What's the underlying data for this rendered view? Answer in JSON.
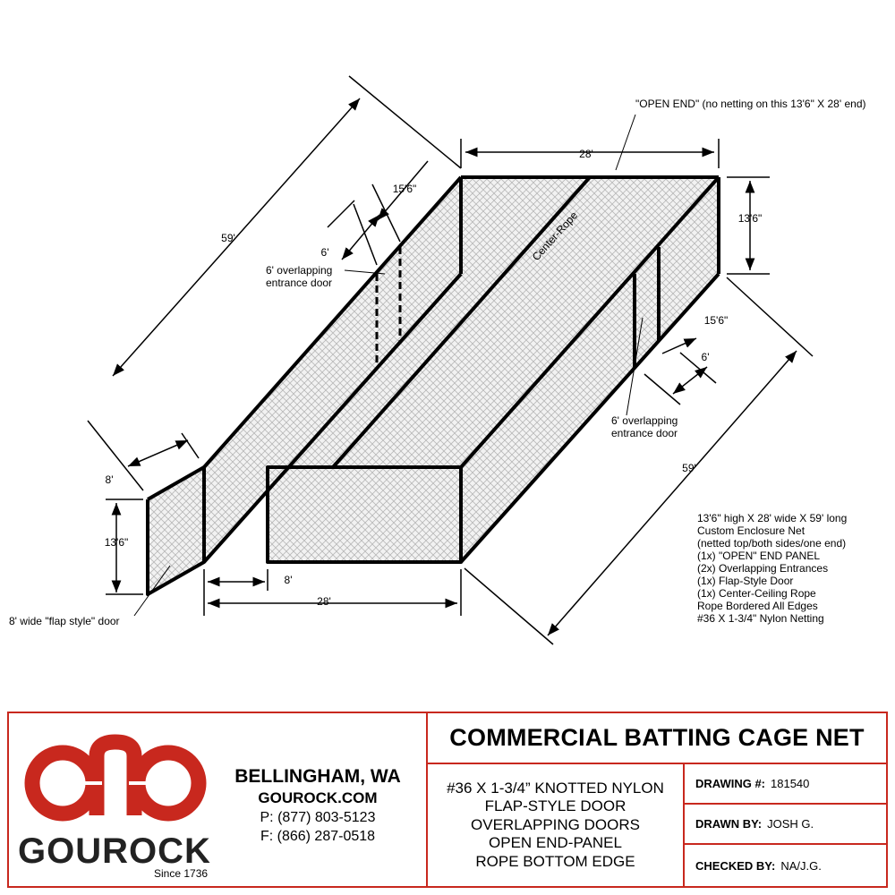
{
  "drawing": {
    "dimensions": {
      "length_left": "59'",
      "door_offset_left": "15'6\"",
      "door_width_left": "6'",
      "width_top": "28'",
      "height_right": "13'6\"",
      "door_offset_right": "15'6\"",
      "door_width_right": "6'",
      "length_right": "59'",
      "flap_width": "8'",
      "height_left": "13'6\"",
      "flap_offset_bottom": "8'",
      "width_bottom": "28'"
    },
    "labels": {
      "open_end_note": "\"OPEN END\" (no netting on this 13'6\" X 28' end)",
      "center_rope": "Center-Rope",
      "door_left": [
        "6' overlapping",
        "entrance door"
      ],
      "door_right": [
        "6' overlapping",
        "entrance door"
      ],
      "flap_door": "8' wide \"flap style\" door"
    },
    "spec_notes": [
      "13'6\" high X 28' wide X 59' long",
      "Custom Enclosure Net",
      "(netted top/both sides/one end)",
      "(1x) \"OPEN\" END PANEL",
      "(2x) Overlapping Entrances",
      "(1x) Flap-Style Door",
      "(1x) Center-Ceiling Rope",
      "Rope Bordered All Edges",
      "#36 X 1-3/4\" Nylon Netting"
    ]
  },
  "title_block": {
    "company": "GOUROCK",
    "since": "Since 1736",
    "city": "BELLINGHAM, WA",
    "website": "GOUROCK.COM",
    "phone": "P: (877) 803-5123",
    "fax": "F: (866) 287-0518",
    "title": "COMMERCIAL BATTING CAGE NET",
    "specs": [
      "#36 X 1-3/4” KNOTTED NYLON",
      "FLAP-STYLE DOOR",
      "OVERLAPPING DOORS",
      "OPEN END-PANEL",
      "ROPE BOTTOM EDGE"
    ],
    "drawing_number_label": "DRAWING #:",
    "drawing_number": "181540",
    "drawn_by_label": "DRAWN BY:",
    "drawn_by": "JOSH G.",
    "checked_by_label": "CHECKED BY:",
    "checked_by": "NA/J.G."
  },
  "colors": {
    "accent": "#c8281e",
    "logo_text": "#222222"
  }
}
